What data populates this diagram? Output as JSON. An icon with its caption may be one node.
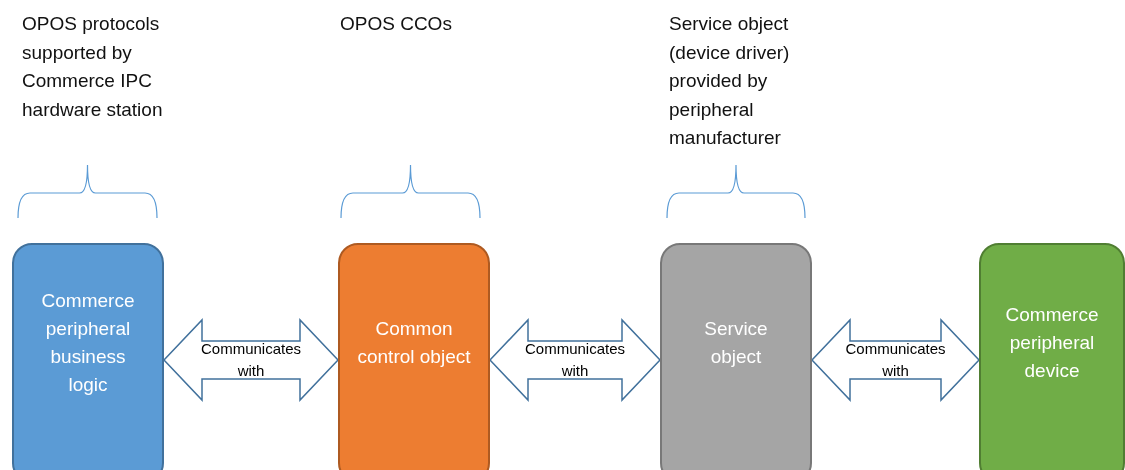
{
  "diagram": {
    "nodes": [
      {
        "text": [
          "Commerce peripheral business logic"
        ]
      },
      {
        "text": [
          "Common control object"
        ]
      },
      {
        "text": [
          "Service object"
        ]
      },
      {
        "text": [
          "Commerce peripheral device"
        ]
      }
    ],
    "edges": [
      {
        "from": 0,
        "to": 1,
        "arrow": "both",
        "label": "Communicates with"
      },
      {
        "from": 1,
        "to": 2,
        "arrow": "both",
        "label": "Communicates with"
      },
      {
        "from": 2,
        "to": 3,
        "arrow": "both",
        "label": "Communicates with"
      }
    ],
    "labels": [
      "OPOS protocols supported by Commerce IPC hardware station",
      "OPOS CCOs",
      "Service object (device driver) provided by peripheral manufacturer"
    ]
  }
}
